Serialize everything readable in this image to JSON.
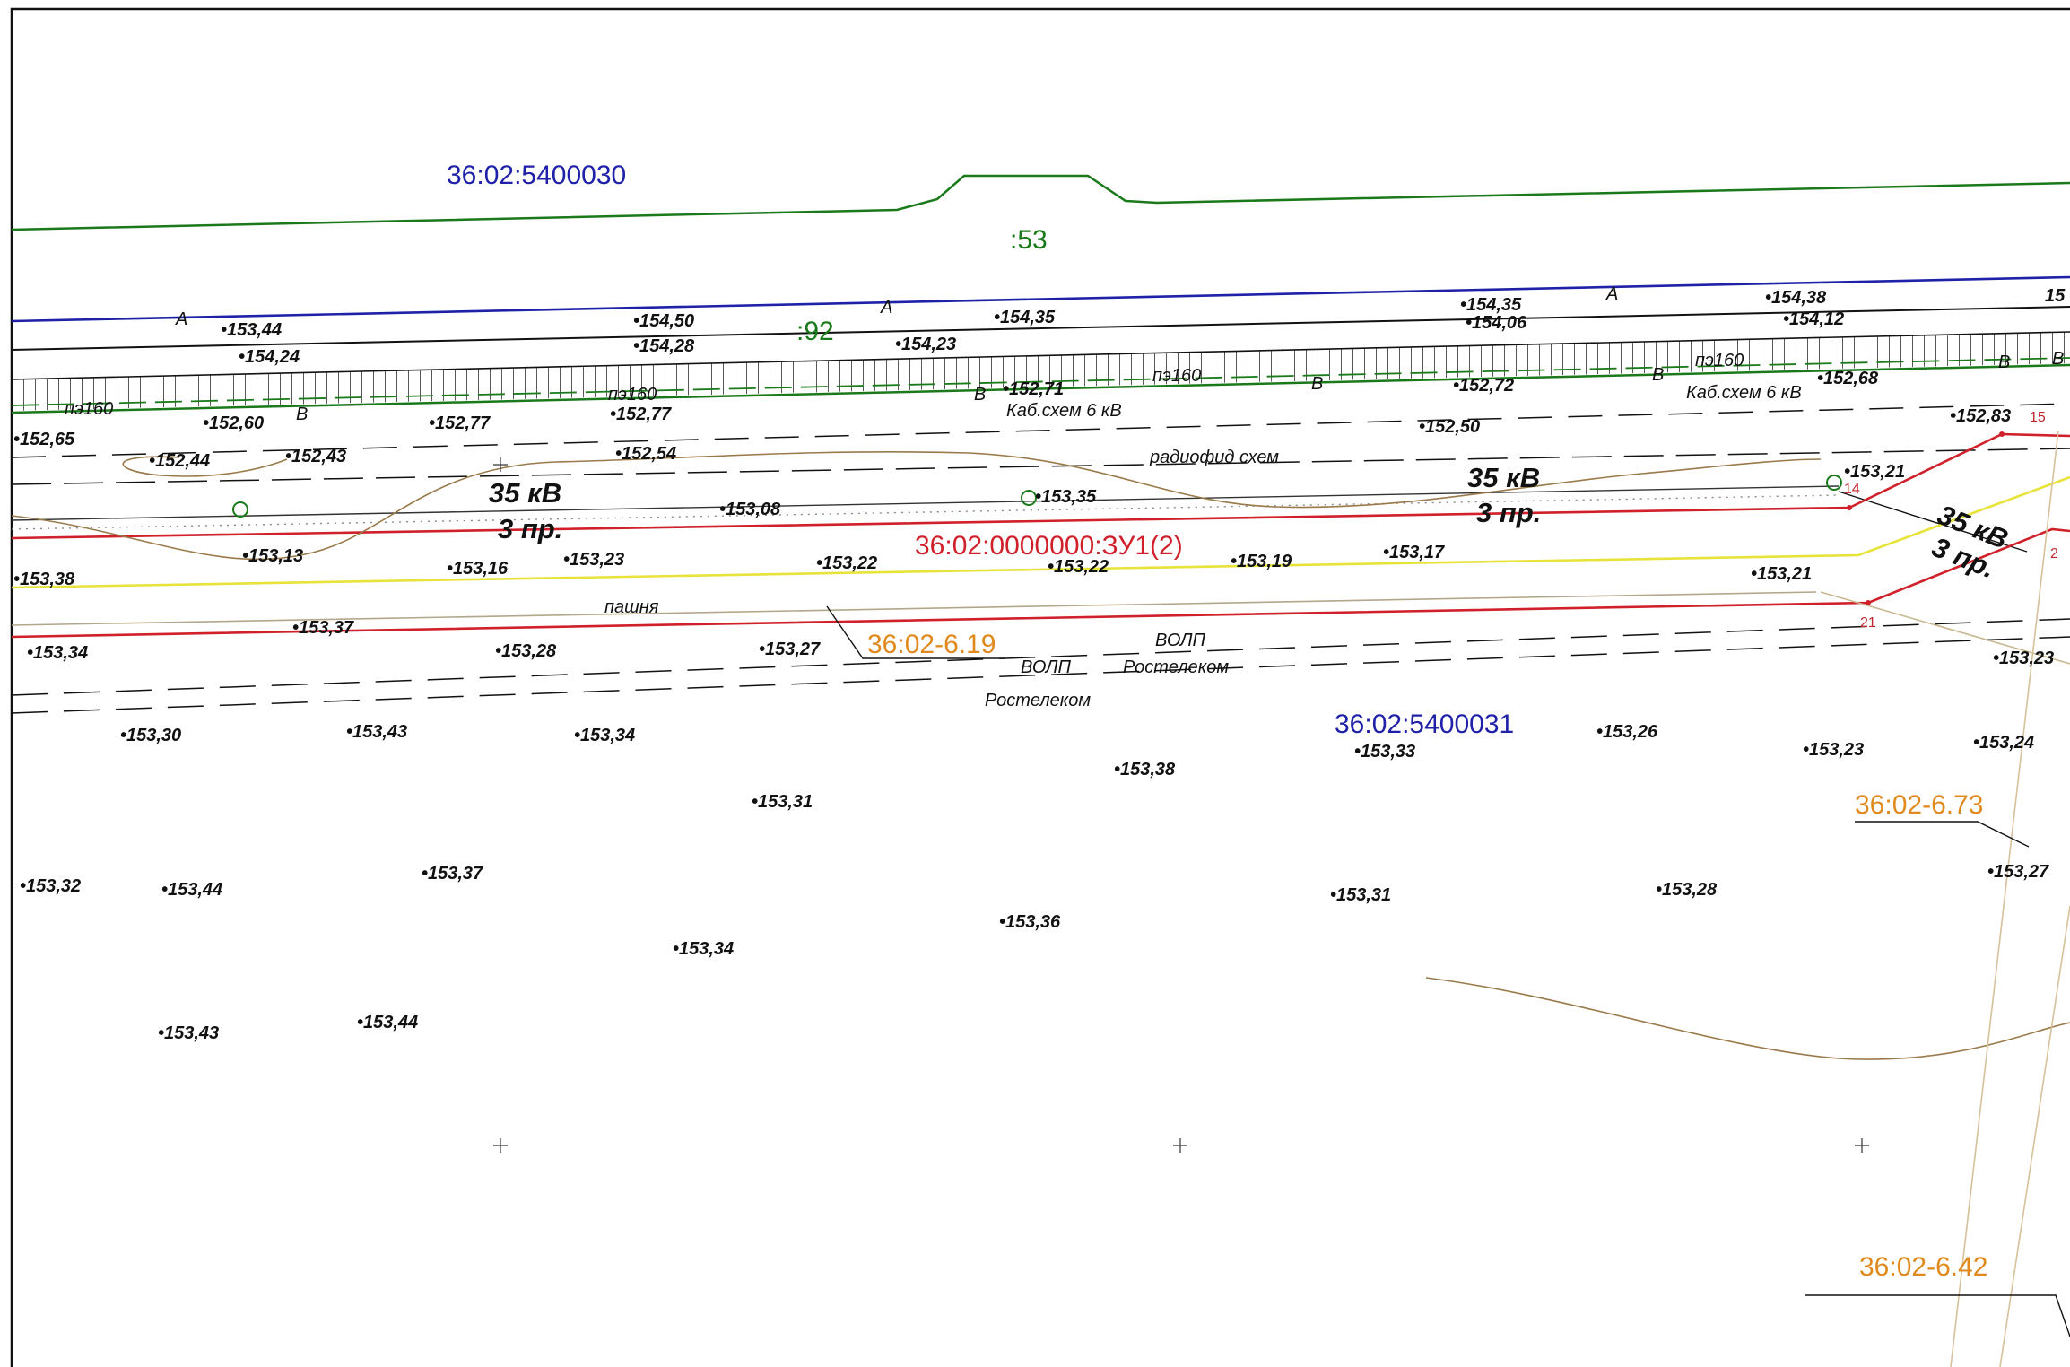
{
  "colors": {
    "cadastre_blue": "#1f22a8",
    "zone_green": "#1a7a1a",
    "boundary_red": "#d0202a",
    "zone_orange": "#e08a1e",
    "yellow_line": "#e7e33a",
    "ground_brown": "#9a7a4a",
    "black": "#111111"
  },
  "cadastral": {
    "quarter_north": "36:02:5400030",
    "quarter_south": "36:02:5400031",
    "parcel_53": ":53",
    "parcel_92": ":92",
    "new_parcel": "36:02:0000000:ЗУ1(2)"
  },
  "zones": {
    "z619": "36:02-6.19",
    "z673": "36:02-6.73",
    "z642": "36:02-6.42"
  },
  "edge": {
    "right_value_fragment": "15",
    "edge_point_fragment": "2"
  },
  "road_marks": [
    "А",
    "А",
    "А",
    "В",
    "В",
    "В",
    "В",
    "В",
    "В"
  ],
  "labels": {
    "pe160": "пэ160",
    "cable_6kv": "Каб.схем  6 кВ",
    "radio": "радиофид схем",
    "kv35": "35 кВ",
    "pr3": "3 пр.",
    "field": "пашня",
    "volp": "ВОЛП",
    "rostelecom": "Ростелеком"
  },
  "boundary_points": [
    "14",
    "15",
    "21"
  ],
  "elevations": [
    "153,44",
    "154,50",
    "154,35",
    "154,35",
    "154,38",
    "154,24",
    "154,28",
    "154,23",
    "154,06",
    "154,12",
    "152,71",
    "152,72",
    "152,68",
    "152,65",
    "152,60",
    "152,77",
    "152,77",
    "152,50",
    "152,83",
    "152,44",
    "152,43",
    "152,54",
    "153,08",
    "153,35",
    "153,21",
    "153,38",
    "153,13",
    "153,16",
    "153,23",
    "153,22",
    "153,22",
    "153,19",
    "153,17",
    "153,21",
    "153,37",
    "153,34",
    "153,28",
    "153,27",
    "153,23",
    "153,30",
    "153,43",
    "153,34",
    "153,33",
    "153,26",
    "153,23",
    "153,24",
    "153,31",
    "153,38",
    "153,32",
    "153,44",
    "153,37",
    "153,31",
    "153,28",
    "153,27",
    "153,34",
    "153,36",
    "153,43",
    "153,44"
  ]
}
